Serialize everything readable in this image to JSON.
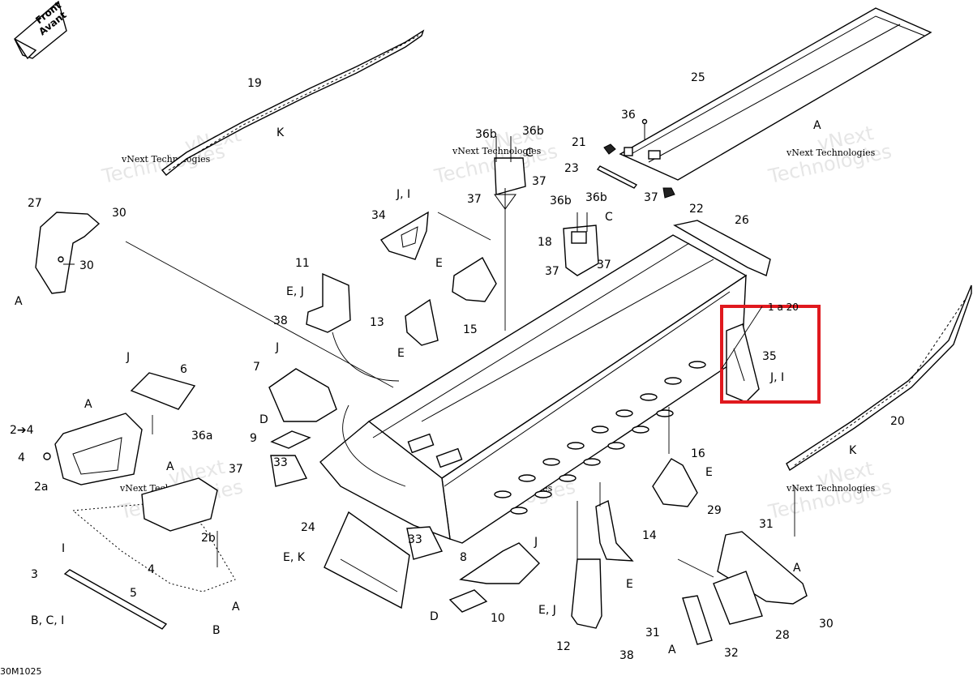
{
  "direction_arrow": {
    "line1": "Front",
    "line2": "Avant"
  },
  "diagram_code": "30M1025",
  "watermark": {
    "line1": "vNext Technologies",
    "line2": "Technologies",
    "line3": "vNext"
  },
  "highlight_color": "#e0191e",
  "callouts": [
    {
      "id": "c19",
      "text": "19"
    },
    {
      "id": "cK1",
      "text": "K"
    },
    {
      "id": "c25",
      "text": "25"
    },
    {
      "id": "cA1",
      "text": "A"
    },
    {
      "id": "c36a",
      "text": "36"
    },
    {
      "id": "c21",
      "text": "21"
    },
    {
      "id": "c23",
      "text": "23"
    },
    {
      "id": "c37a",
      "text": "37"
    },
    {
      "id": "c22",
      "text": "22"
    },
    {
      "id": "c36b1",
      "text": "36b"
    },
    {
      "id": "c36b2",
      "text": "36b"
    },
    {
      "id": "cC1",
      "text": "C"
    },
    {
      "id": "c37b",
      "text": "37"
    },
    {
      "id": "c37c",
      "text": "37"
    },
    {
      "id": "cJI1",
      "text": "J, I"
    },
    {
      "id": "c34",
      "text": "34"
    },
    {
      "id": "c36b3",
      "text": "36b"
    },
    {
      "id": "c36b4",
      "text": "36b"
    },
    {
      "id": "cC2",
      "text": "C"
    },
    {
      "id": "c18",
      "text": "18"
    },
    {
      "id": "c37d",
      "text": "37"
    },
    {
      "id": "c37e",
      "text": "37"
    },
    {
      "id": "c26",
      "text": "26"
    },
    {
      "id": "c27",
      "text": "27"
    },
    {
      "id": "c30a",
      "text": "30"
    },
    {
      "id": "c30b",
      "text": "30"
    },
    {
      "id": "cA2",
      "text": "A"
    },
    {
      "id": "c11",
      "text": "11"
    },
    {
      "id": "cEJ1",
      "text": "E, J"
    },
    {
      "id": "c38a",
      "text": "38"
    },
    {
      "id": "cE1",
      "text": "E"
    },
    {
      "id": "c15",
      "text": "15"
    },
    {
      "id": "c13",
      "text": "13"
    },
    {
      "id": "cE2",
      "text": "E"
    },
    {
      "id": "c1a20",
      "text": "1 a 20"
    },
    {
      "id": "c35",
      "text": "35"
    },
    {
      "id": "cJI2",
      "text": "J, I"
    },
    {
      "id": "cJ1",
      "text": "J"
    },
    {
      "id": "c6",
      "text": "6"
    },
    {
      "id": "c7",
      "text": "7"
    },
    {
      "id": "cJ2",
      "text": "J"
    },
    {
      "id": "cA3",
      "text": "A"
    },
    {
      "id": "c2arrow",
      "text": "2➔4"
    },
    {
      "id": "c4a",
      "text": "4"
    },
    {
      "id": "c2a",
      "text": "2a"
    },
    {
      "id": "cD1",
      "text": "D"
    },
    {
      "id": "c9",
      "text": "9"
    },
    {
      "id": "c36a2",
      "text": "36a"
    },
    {
      "id": "cA4",
      "text": "A"
    },
    {
      "id": "c37f",
      "text": "37"
    },
    {
      "id": "c2b",
      "text": "2b"
    },
    {
      "id": "c33a",
      "text": "33"
    },
    {
      "id": "c16",
      "text": "16"
    },
    {
      "id": "cE3",
      "text": "E"
    },
    {
      "id": "c20",
      "text": "20"
    },
    {
      "id": "cK2",
      "text": "K"
    },
    {
      "id": "c24",
      "text": "24"
    },
    {
      "id": "cEK",
      "text": "E, K"
    },
    {
      "id": "c33b",
      "text": "33"
    },
    {
      "id": "cJ3",
      "text": "J"
    },
    {
      "id": "c8",
      "text": "8"
    },
    {
      "id": "c14",
      "text": "14"
    },
    {
      "id": "cE4",
      "text": "E"
    },
    {
      "id": "c29",
      "text": "29"
    },
    {
      "id": "c31a",
      "text": "31"
    },
    {
      "id": "cA5",
      "text": "A"
    },
    {
      "id": "cI1",
      "text": "I"
    },
    {
      "id": "c4b",
      "text": "4"
    },
    {
      "id": "c3",
      "text": "3"
    },
    {
      "id": "c5",
      "text": "5"
    },
    {
      "id": "cA6",
      "text": "A"
    },
    {
      "id": "cBCI",
      "text": "B, C, I"
    },
    {
      "id": "cB1",
      "text": "B"
    },
    {
      "id": "cD2",
      "text": "D"
    },
    {
      "id": "c10",
      "text": "10"
    },
    {
      "id": "cEJ2",
      "text": "E, J"
    },
    {
      "id": "c12",
      "text": "12"
    },
    {
      "id": "c38b",
      "text": "38"
    },
    {
      "id": "c31b",
      "text": "31"
    },
    {
      "id": "cA7",
      "text": "A"
    },
    {
      "id": "c32",
      "text": "32"
    },
    {
      "id": "c28",
      "text": "28"
    },
    {
      "id": "c30c",
      "text": "30"
    }
  ]
}
